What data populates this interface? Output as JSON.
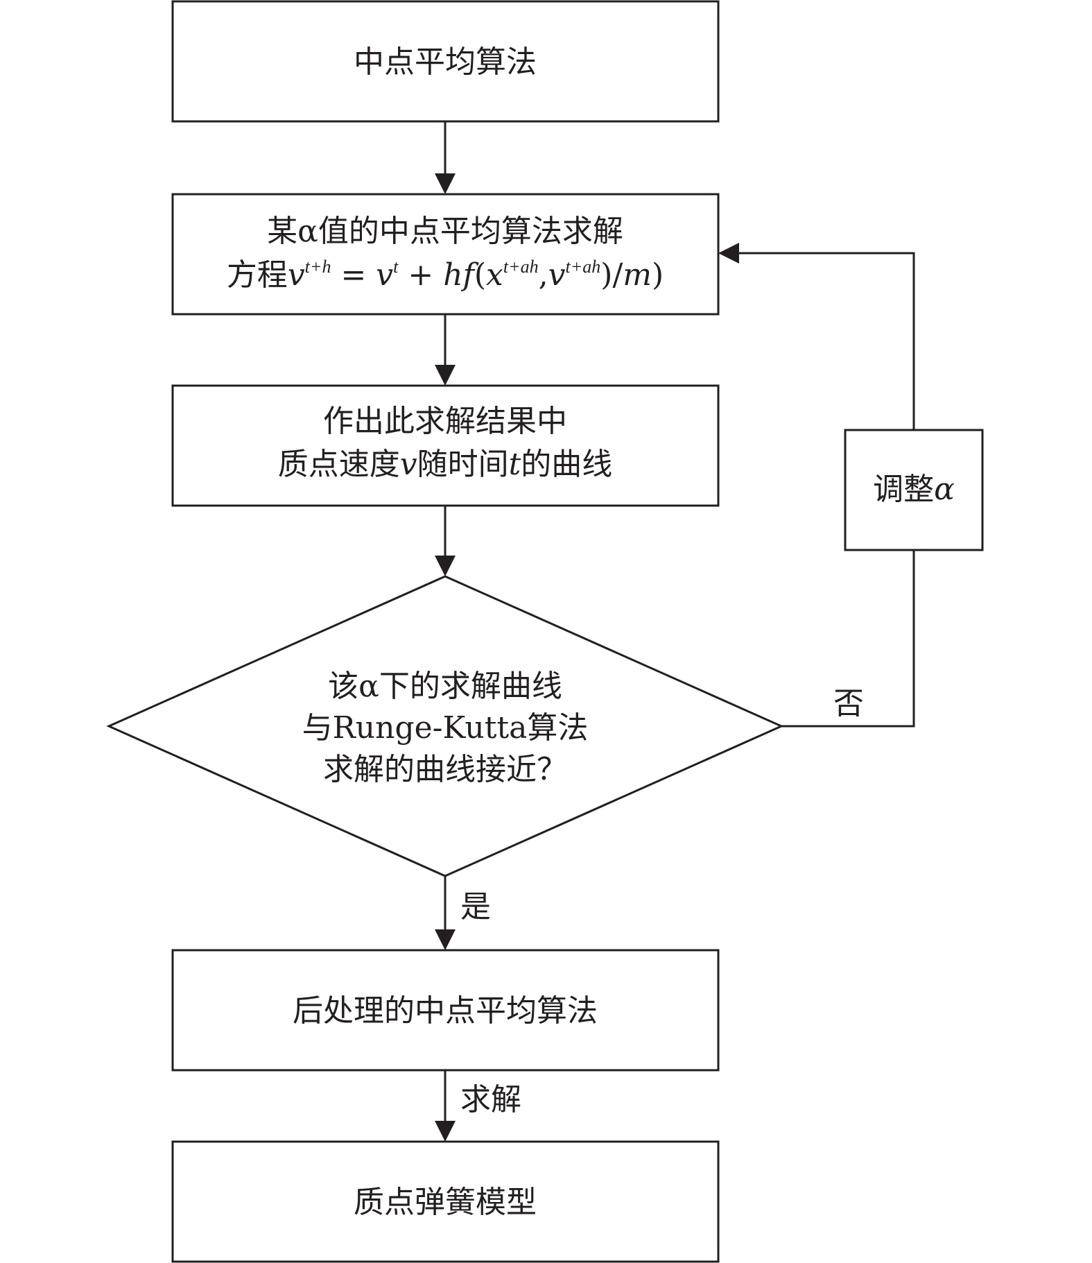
{
  "nodes": {
    "start": {
      "text": "中点平均算法"
    },
    "solve": {
      "line1": "某α值的中点平均算法求解",
      "line2_prefix": "方程",
      "eq_v1": "v",
      "eq_sup1": "t+h",
      "eq_eq": " = ",
      "eq_v2": "v",
      "eq_sup2": "t",
      "eq_plus": " + ",
      "eq_hf": "hf",
      "eq_paren_open": "(",
      "eq_x": "x",
      "eq_sup3": "t+ah",
      "eq_comma": ",",
      "eq_v3": "v",
      "eq_sup4": "t+ah",
      "eq_paren_close": ")/",
      "eq_m": "m",
      "eq_end": ")"
    },
    "plot": {
      "line1": "作出此求解结果中",
      "line2_a": "质点速度",
      "line2_v": "v",
      "line2_b": "随时间",
      "line2_t": "t",
      "line2_c": "的曲线"
    },
    "decision": {
      "line1": "该α下的求解曲线",
      "line2": "与Runge-Kutta算法",
      "line3": "求解的曲线接近？"
    },
    "adjust": {
      "text_a": "调整",
      "text_alpha": "α"
    },
    "post": {
      "text": "后处理的中点平均算法"
    },
    "model": {
      "text": "质点弹簧模型"
    }
  },
  "edge_labels": {
    "no": "否",
    "yes": "是",
    "solve": "求解"
  },
  "colors": {
    "line": "#231f20",
    "background": "#ffffff"
  }
}
